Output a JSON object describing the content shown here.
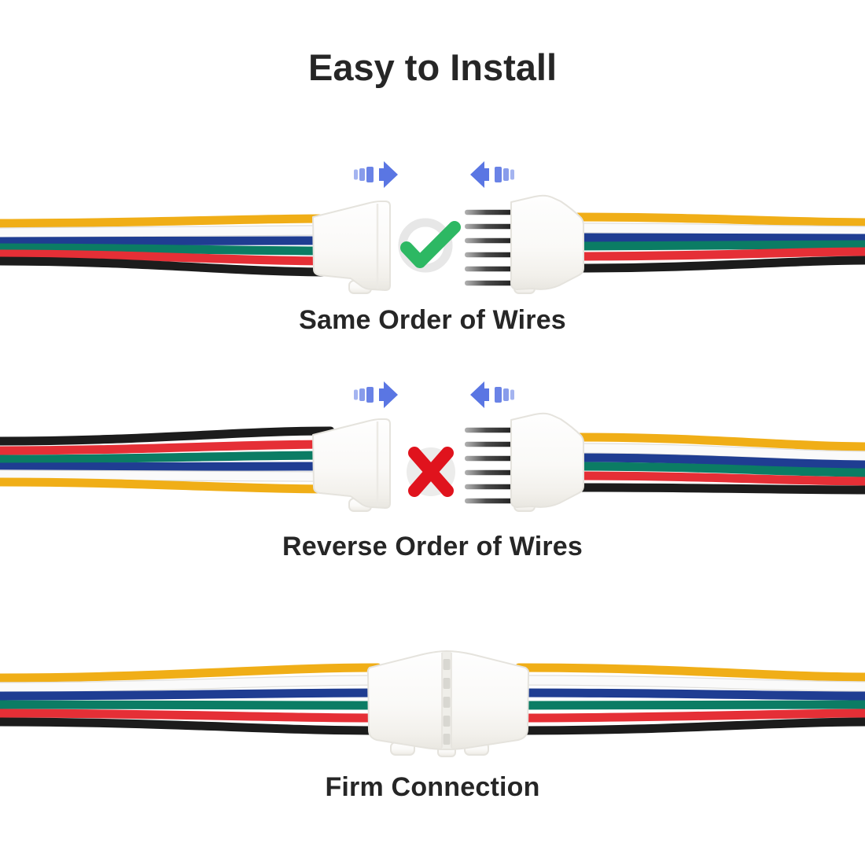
{
  "title": "Easy to Install",
  "sections": [
    {
      "caption": "Same Order of Wires",
      "result_icon": "check-icon",
      "arrow_icons": [
        "push-right-arrow-icon",
        "push-left-arrow-icon"
      ],
      "left_wire_order": [
        "yellow",
        "white",
        "blue",
        "green",
        "red",
        "black"
      ],
      "right_wire_order": [
        "yellow",
        "white",
        "blue",
        "green",
        "red",
        "black"
      ]
    },
    {
      "caption": "Reverse Order of Wires",
      "result_icon": "cross-icon",
      "arrow_icons": [
        "push-right-arrow-icon",
        "push-left-arrow-icon"
      ],
      "left_wire_order": [
        "black",
        "red",
        "green",
        "blue",
        "white",
        "yellow"
      ],
      "right_wire_order": [
        "yellow",
        "white",
        "blue",
        "green",
        "red",
        "black"
      ]
    },
    {
      "caption": "Firm Connection",
      "result_icon": null,
      "arrow_icons": [],
      "left_wire_order": [
        "yellow",
        "white",
        "blue",
        "green",
        "red",
        "black"
      ],
      "right_wire_order": [
        "yellow",
        "white",
        "blue",
        "green",
        "red",
        "black"
      ]
    }
  ],
  "colors": {
    "background": "#FFFFFF",
    "text": "#262626",
    "arrow_blue": "#5A76E3",
    "check_green": "#2DB863",
    "check_ring_gray": "#E7E7E7",
    "cross_red": "#E0131D",
    "cross_circle_gray": "#ECECEB",
    "connector_edge": "#E5E3DD",
    "connector_body": "#FBFAF8",
    "pin_dark": "#2B2B2B",
    "wires": {
      "yellow": "#F0AE17",
      "white": "#FAFAFA",
      "blue": "#1F3D92",
      "green": "#0B7C64",
      "red": "#E52F36",
      "black": "#1C1C1C"
    }
  }
}
